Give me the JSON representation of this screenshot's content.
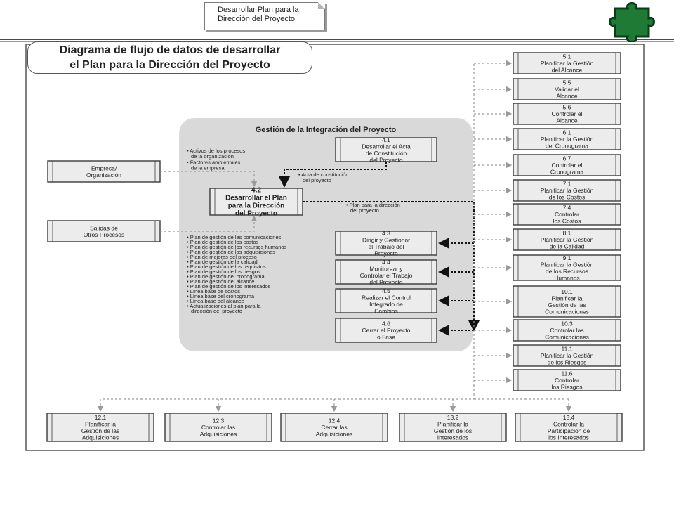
{
  "header": {
    "note_lines": [
      "Desarrollar Plan para la",
      "Dirección del Proyecto"
    ]
  },
  "diagram": {
    "title_lines": [
      "Diagrama de flujo de datos de desarrollar",
      "el Plan para la Dirección del Proyecto"
    ],
    "area_title": "Gestión de la Integración del Proyecto",
    "main_process": {
      "id": "4.2",
      "lines": [
        "Desarrollar el Plan",
        "para la Dirección",
        "del Proyecto"
      ]
    },
    "acta": {
      "id": "4.1",
      "lines": [
        "Desarrollar el Acta",
        "de Constitución",
        "del Proyecto"
      ]
    },
    "acta_output": [
      "• Acta de constitución",
      "del proyecto"
    ],
    "plan_output": [
      "• Plan para la dirección",
      "del proyecto"
    ],
    "external_sources": [
      {
        "lines": [
          "Empresa/",
          "Organización"
        ]
      },
      {
        "lines": [
          "Salidas de",
          "Otros Procesos"
        ]
      }
    ],
    "input_notes": [
      "• Activos de los procesos",
      "de la organización",
      "• Factores ambientales",
      "de la empresa"
    ],
    "input_notes_2": [
      "• Plan de gestión de las comunicaciones",
      "• Plan de gestión de los costos",
      "• Plan de gestión de los recursos humanos",
      "• Plan de gestión de las adquisiciones",
      "• Plan de mejoras del proceso",
      "• Plan de gestión de la calidad",
      "• Plan de gestión de los requisitos",
      "• Plan de gestión de los riesgos",
      "• Plan de gestión del cronograma",
      "• Plan de gestión del alcance",
      "• Plan de gestión de los interesados",
      "• Línea base de costos",
      "• Línea base del cronograma",
      "• Línea base del alcance",
      "• Actualizaciones al plan para la",
      "dirección del proyecto"
    ],
    "integration_processes": [
      {
        "id": "4.3",
        "lines": [
          "Dirigir y Gestionar",
          "el Trabajo del",
          "Proyecto"
        ]
      },
      {
        "id": "4.4",
        "lines": [
          "Monitorear y",
          "Controlar el Trabajo",
          "del Proyecto"
        ]
      },
      {
        "id": "4.5",
        "lines": [
          "Realizar el Control",
          "Integrado de",
          "Cambios"
        ]
      },
      {
        "id": "4.6",
        "lines": [
          "Cerrar el Proyecto",
          "o Fase"
        ]
      }
    ],
    "right_processes": [
      {
        "id": "5.1",
        "lines": [
          "Planificar la Gestión",
          "del Alcance"
        ]
      },
      {
        "id": "5.5",
        "lines": [
          "Validar el",
          "Alcance"
        ]
      },
      {
        "id": "5.6",
        "lines": [
          "Controlar el",
          "Alcance"
        ]
      },
      {
        "id": "6.1",
        "lines": [
          "Planificar la Gestión",
          "del Cronograma"
        ]
      },
      {
        "id": "6.7",
        "lines": [
          "Controlar el",
          "Cronograma"
        ]
      },
      {
        "id": "7.1",
        "lines": [
          "Planificar la Gestión",
          "de los Costos"
        ]
      },
      {
        "id": "7.4",
        "lines": [
          "Controlar",
          "los Costos"
        ]
      },
      {
        "id": "8.1",
        "lines": [
          "Planificar la Gestión",
          "de la Calidad"
        ]
      },
      {
        "id": "9.1",
        "lines": [
          "Planificar la Gestión",
          "de los Recursos",
          "Humanos"
        ]
      },
      {
        "id": "10.1",
        "lines": [
          "Planificar la",
          "Gestión de las",
          "Comunicaciones"
        ]
      },
      {
        "id": "10.3",
        "lines": [
          "Controlar las",
          "Comunicaciones"
        ]
      },
      {
        "id": "11.1",
        "lines": [
          "Planificar la Gestión",
          "de los Riesgos"
        ]
      },
      {
        "id": "11.6",
        "lines": [
          "Controlar",
          "los Riesgos"
        ]
      }
    ],
    "bottom_processes": [
      {
        "id": "12.1",
        "lines": [
          "Planificar la",
          "Gestión de las",
          "Adquisiciones"
        ]
      },
      {
        "id": "12.3",
        "lines": [
          "Controlar las",
          "Adquisiciones"
        ]
      },
      {
        "id": "12.4",
        "lines": [
          "Cerrar las",
          "Adquisiciones"
        ]
      },
      {
        "id": "13.2",
        "lines": [
          "Planificar la",
          "Gestión de los",
          "Interesados"
        ]
      },
      {
        "id": "13.4",
        "lines": [
          "Controlar la",
          "Participación de",
          "los Interesados"
        ]
      }
    ]
  }
}
